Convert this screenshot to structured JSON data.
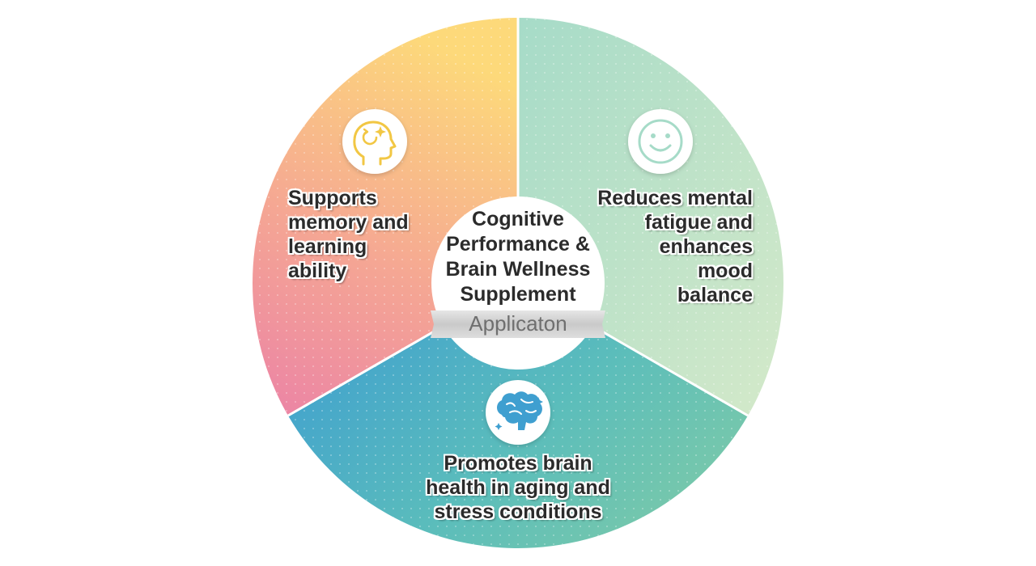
{
  "center": {
    "title_lines": [
      "Cognitive",
      "Performance &",
      "Brain Wellness",
      "Supplement"
    ],
    "badge": "Applicaton"
  },
  "segments": [
    {
      "key": "memory",
      "icon": "head-sparkle-icon",
      "lines": [
        "Supports",
        "memory and",
        "learning",
        "ability"
      ],
      "colors": [
        "#fdd97a",
        "#f5a793",
        "#ec86a4"
      ]
    },
    {
      "key": "mood",
      "icon": "smiley-face-icon",
      "lines": [
        "Reduces mental",
        "fatigue and",
        "enhances",
        "mood",
        "balance"
      ],
      "colors": [
        "#a6dbc8",
        "#cfe7c8"
      ]
    },
    {
      "key": "health",
      "icon": "brain-sparkle-icon",
      "lines": [
        "Promotes brain",
        "health in aging and",
        "stress conditions"
      ],
      "colors": [
        "#3f9fd0",
        "#5bbdbb",
        "#7dcaa8"
      ]
    }
  ]
}
